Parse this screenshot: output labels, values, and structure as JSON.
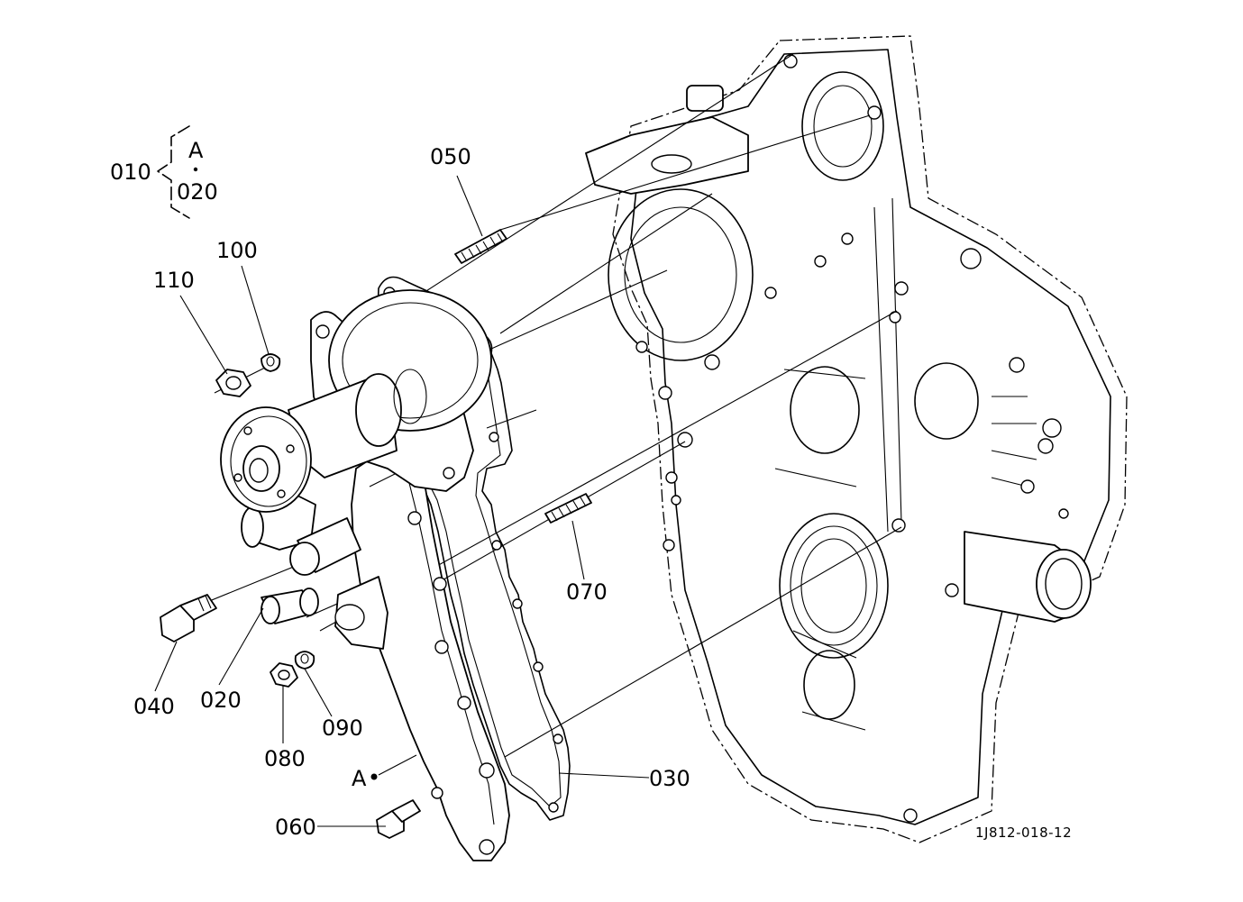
{
  "diagram": {
    "drawing_code": "1J812-018-12",
    "group_bracket": {
      "number": "010",
      "upper_label": "A",
      "lower_label": "020"
    },
    "callouts": {
      "p050": "050",
      "p100": "100",
      "p110": "110",
      "p070": "070",
      "p040": "040",
      "p020": "020",
      "p090": "090",
      "p080": "080",
      "pA": "A",
      "p030": "030",
      "p060": "060"
    },
    "line_color": "#000000",
    "background": "#ffffff"
  }
}
